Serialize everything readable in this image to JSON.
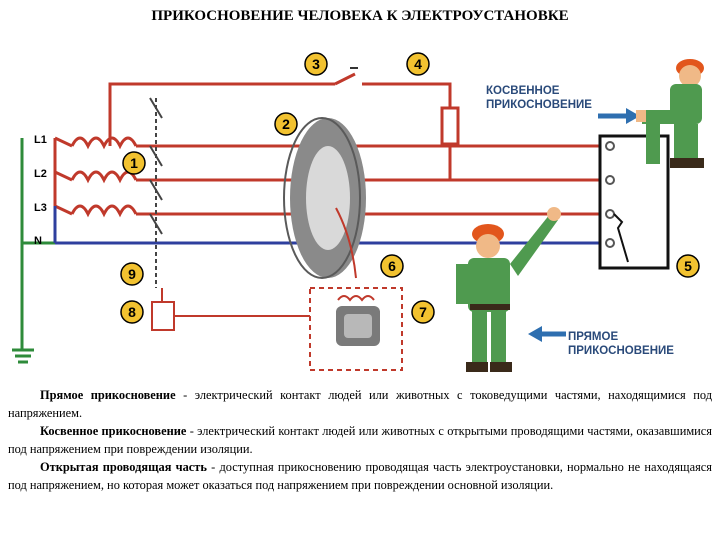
{
  "title": "ПРИКОСНОВЕНИЕ ЧЕЛОВЕКА К ЭЛЕКТРОУСТАНОВКЕ",
  "phases": [
    "L1",
    "L2",
    "L3",
    "N"
  ],
  "callouts": [
    "1",
    "2",
    "3",
    "4",
    "5",
    "6",
    "7",
    "8",
    "9"
  ],
  "labels": {
    "indirect_1": "КОСВЕННОЕ",
    "indirect_2": "ПРИКОСНОВЕНИЕ",
    "direct_1": "ПРЯМОЕ",
    "direct_2": "ПРИКОСНОВЕНИЕ"
  },
  "colors": {
    "phase_wire": "#c0392b",
    "neutral_wire": "#2e3f9e",
    "ground_wire": "#2e8b3a",
    "callout_fill": "#f2c230",
    "arrow": "#2e6fb0",
    "person": "#4f9a4f",
    "helmet": "#e2561c"
  },
  "icons": [
    "person-sitting-icon",
    "person-standing-icon",
    "transformer-coil-icon",
    "toroidal-transformer-icon",
    "relay-icon",
    "ground-icon"
  ],
  "definitions": [
    {
      "term": "Прямое прикосновение",
      "text": " - электрический контакт людей или животных с токоведущими частями, находящимися под напряжением."
    },
    {
      "term": "Косвенное прикосновение",
      "text": " - электрический контакт людей или животных с открытыми проводящими частями, оказавшимися под напряжением при повреждении изоляции."
    },
    {
      "term": "Открытая проводящая часть",
      "text": " - доступная прикосновению проводящая часть электроустановки, нормально не находящаяся под напряжением, но которая может оказаться под напряжением при повреждении основной изоляции."
    }
  ]
}
